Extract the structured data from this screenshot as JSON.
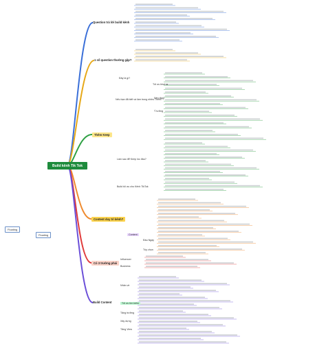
{
  "floating_topics": [
    "Floating",
    "Floating"
  ],
  "root": "Build kênh Tik Tok",
  "branches": [
    {
      "label": "Question trả lời build kênh",
      "color": "#3a6fd8"
    },
    {
      "label": "1 số question thường gặp?",
      "color": "#e6a817"
    },
    {
      "label": "Thêm Keep",
      "color": "#2ea043",
      "fill": "#fde68a"
    },
    {
      "label": "Content duy trì kênh?",
      "color": "#ef8a2e",
      "fill": "#fcd34d"
    },
    {
      "label": "Có 3 trường phái",
      "color": "#e03b3b",
      "fill": "#fbd3c8"
    },
    {
      "label": "Build Content",
      "color": "#6b4fd8"
    }
  ],
  "subtopics": [
    "Đây là gì?",
    "Nếu bạn đã biết và làm trong nhiều Thêm?",
    "Làm sao để Keep lúc đầu?",
    "Build tối ưu cho Kênh TikTok",
    "Tối ưu khai ra",
    "Nền tảng",
    "Ý tưởng",
    "Content",
    "Đầu Ngày",
    "Tùy chọn",
    "Influencer",
    "Business",
    "Nhân về",
    "Tối ưu tìm kiếm",
    "Tăng trưởng",
    "Xây dựng",
    "Tăng View"
  ]
}
